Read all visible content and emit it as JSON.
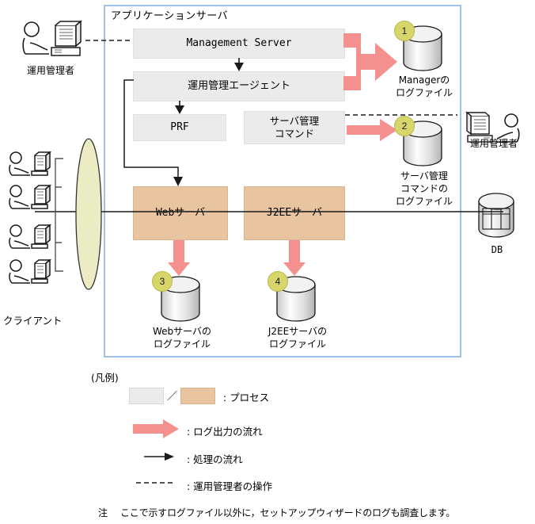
{
  "diagram": {
    "container_title": "アプリケーションサーバ",
    "boxes": {
      "management_server": "Management Server",
      "agent": "運用管理エージェント",
      "prf": "PRF",
      "server_command": "サーバ管理\nコマンド",
      "server_command_line1": "サーバ管理",
      "server_command_line2": "コマンド",
      "web_server": "Webサーバ",
      "j2ee_server": "J2EEサーバ"
    },
    "actors": {
      "admin_left": "運用管理者",
      "admin_right": "運用管理者",
      "clients": "クライアント"
    },
    "datastores": {
      "db": "DB",
      "manager_log_line1": "Managerの",
      "manager_log_line2": "ログファイル",
      "server_cmd_log_line1": "サーバ管理",
      "server_cmd_log_line2": "コマンドの",
      "server_cmd_log_line3": "ログファイル",
      "web_log_line1": "Webサーバの",
      "web_log_line2": "ログファイル",
      "j2ee_log_line1": "J2EEサーバの",
      "j2ee_log_line2": "ログファイル"
    },
    "badges": {
      "manager_log": "1",
      "server_cmd_log": "2",
      "web_log": "3",
      "j2ee_log": "4"
    }
  },
  "legend": {
    "title": "(凡例)",
    "separator": "／",
    "process_label": ": プロセス",
    "log_flow_label": ": ログ出力の流れ",
    "process_flow_label": ": 処理の流れ",
    "admin_operation_label": ": 運用管理者の操作"
  },
  "note": {
    "marker": "注",
    "text": "ここで示すログファイル以外に，セットアップウィザードのログも調査します。"
  },
  "colors": {
    "container_border": "#9dc3e6",
    "process_gray": "#ebebeb",
    "process_tan": "#e8c4a0",
    "log_arrow_pink": "#f4918f",
    "badge_yellow": "#d6d66b",
    "network_ellipse": "#ececc4"
  }
}
